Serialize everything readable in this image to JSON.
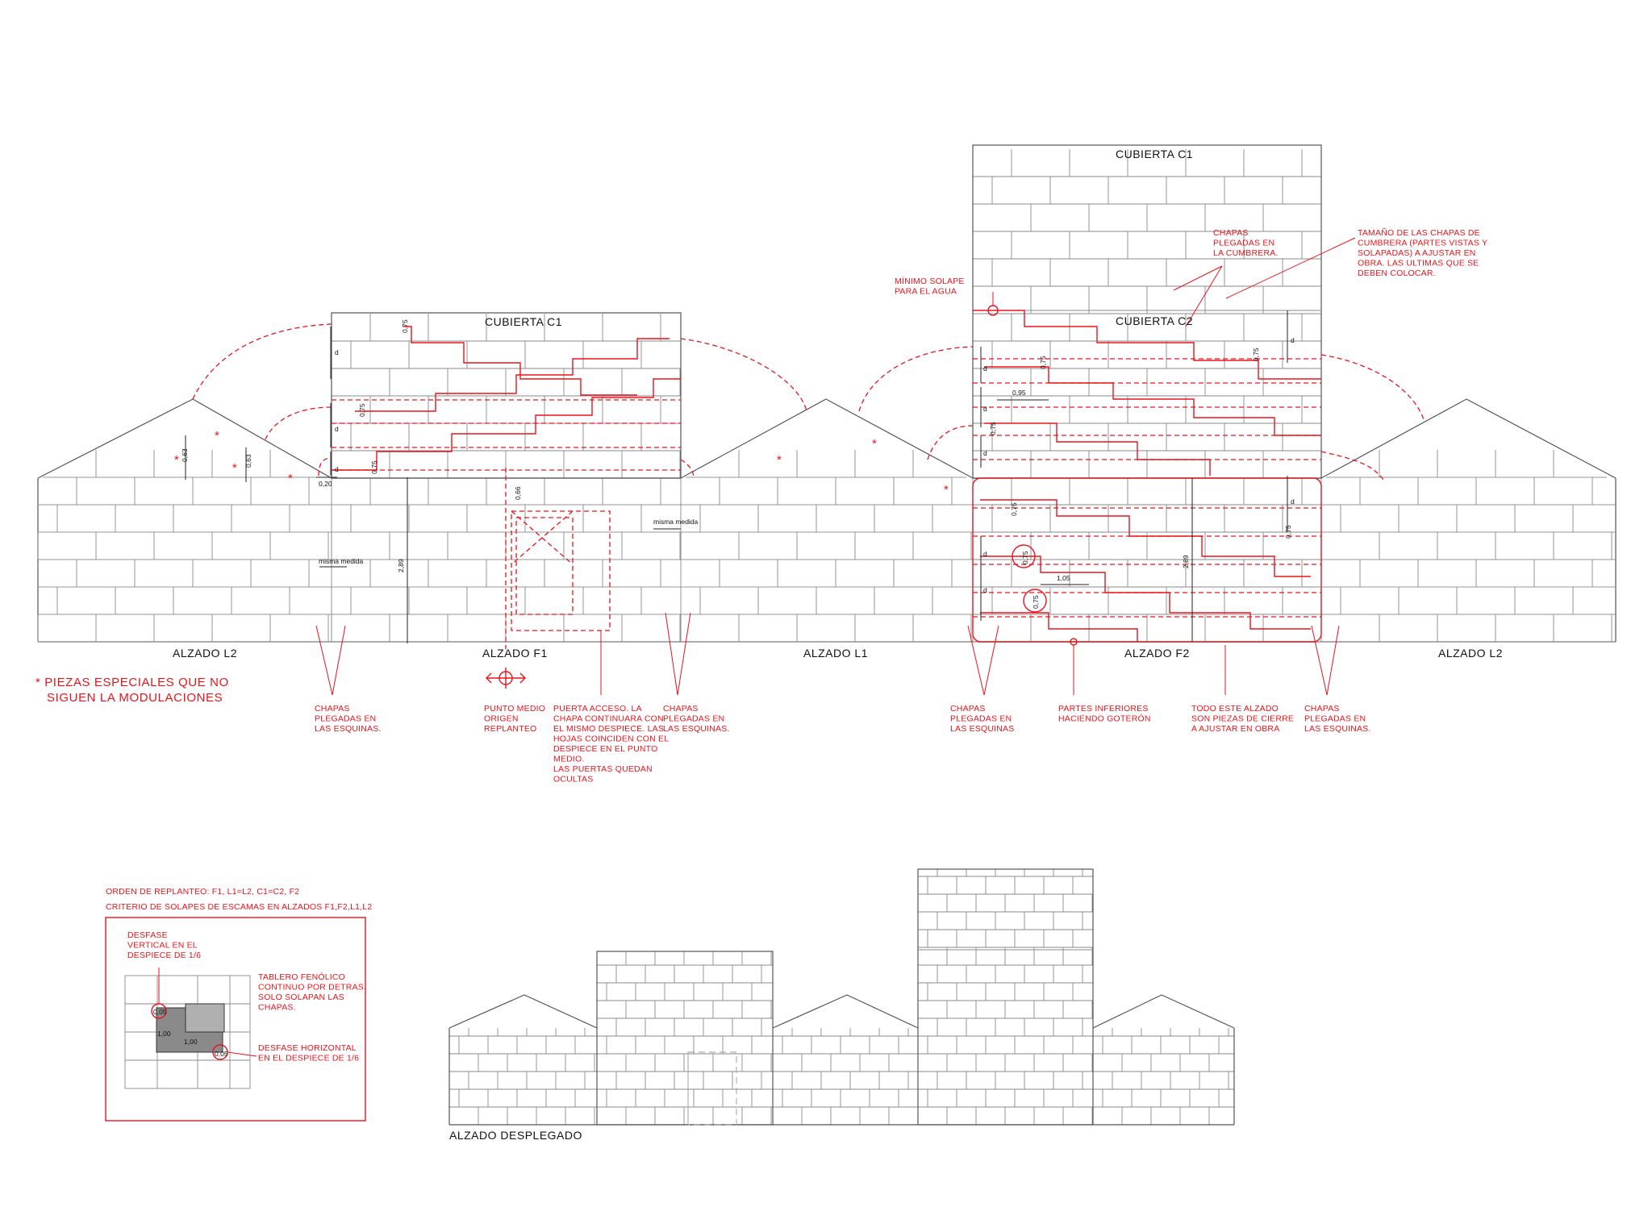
{
  "elevations": {
    "l2_left": "ALZADO L2",
    "f1": "ALZADO F1",
    "l1": "ALZADO L1",
    "f2": "ALZADO F2",
    "l2_right": "ALZADO L2"
  },
  "roofs": {
    "c1_left": "CUBIERTA C1",
    "c1_top": "CUBIERTA C1",
    "c2": "CUBIERTA C2"
  },
  "legend": {
    "special_pieces": [
      "* PIEZAS ESPECIALES QUE NO",
      "SIGUEN LA MODULACIONES"
    ]
  },
  "notes": {
    "corners_1": [
      "CHAPAS",
      "PLEGADAS EN",
      "LAS ESQUINAS."
    ],
    "midpoint": [
      "PUNTO MEDIO",
      "ORIGEN",
      "REPLANTEO"
    ],
    "door": [
      "PUERTA ACCESO. LA",
      "CHAPA CONTINUARA CON",
      "EL MISMO DESPIECE. LAS",
      "HOJAS COINCIDEN CON EL",
      "DESPIECE EN EL PUNTO",
      "MEDIO.",
      "LAS PUERTAS QUEDAN",
      "OCULTAS"
    ],
    "corners_2": [
      "CHAPAS",
      "PLEGADAS EN",
      "LAS ESQUINAS."
    ],
    "corners_3": [
      "CHAPAS",
      "PLEGADAS EN",
      "LAS ESQUINAS"
    ],
    "lower_parts": [
      "PARTES INFERIORES",
      "HACIENDO GOTERÓN"
    ],
    "closing_pieces": [
      "TODO ESTE ALZADO",
      "SON PIEZAS DE CIERRE",
      "A AJUSTAR EN OBRA"
    ],
    "corners_4": [
      "CHAPAS",
      "PLEGADAS EN",
      "LAS ESQUINAS."
    ],
    "min_overlap": [
      "MÍNIMO SOLAPE",
      "PARA EL AGUA"
    ],
    "ridge_folded": [
      "CHAPAS",
      "PLEGADAS EN",
      "LA CUMBRERA."
    ],
    "ridge_size": [
      "TAMAÑO DE LAS CHAPAS DE",
      "CUMBRERA (PARTES VISTAS Y",
      "SOLAPADAS) A AJUSTAR EN",
      "OBRA. LAS ULTIMAS QUE SE",
      "DEBEN COLOCAR."
    ]
  },
  "dimensions": {
    "d": "d",
    "v063": "0,63",
    "v020": "0,20",
    "v066": "0,66",
    "v289": "2,89",
    "v095": "0,95",
    "v105": "1,05",
    "v075": "0,75",
    "same_measure": "misma medida"
  },
  "criteria": {
    "order": "ORDEN DE REPLANTEO: F1, L1=L2, C1=C2, F2",
    "overlap": "CRITERIO DE SOLAPES DE ESCAMAS EN ALZADOS F1,F2,L1,L2",
    "vertical_offset": [
      "DESFASE",
      "VERTICAL EN EL",
      "DESPIECE DE 1/6"
    ],
    "phenolic_board": [
      "TABLERO FENÓLICO",
      "CONTINUO POR DETRAS.",
      "SOLO SOLAPAN LAS",
      "CHAPAS."
    ],
    "horizontal_offset": [
      "DESFASE HORIZONTAL",
      "EN EL DESPIECE DE 1/6"
    ],
    "detail_dims": [
      "0,05",
      "1,00",
      "1,00",
      "0,05"
    ]
  },
  "unfolded": {
    "title": "ALZADO DESPLEGADO"
  },
  "special_marker": "*"
}
